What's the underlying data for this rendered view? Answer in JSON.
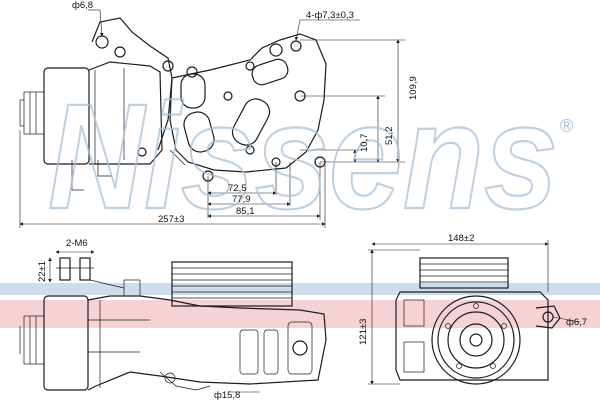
{
  "watermark": {
    "text": "Nissens",
    "mark": "®",
    "color": "#a9bfd3"
  },
  "band_colors": {
    "blue": "#cfdceb",
    "pink": "#f4d2d6"
  },
  "dimensions": {
    "d1": "ф6,8",
    "d2": "4-ф7,3±0,3",
    "d3": "109,9",
    "d4": "51,2",
    "d5": "10,7",
    "d6": "72,5",
    "d7": "77,9",
    "d8": "85,1",
    "d9": "257±3",
    "d10": "2-M6",
    "d11": "22±1",
    "d12": "ф15,8",
    "d13": "148±2",
    "d14": "121±3",
    "d15": "ф6,7"
  }
}
